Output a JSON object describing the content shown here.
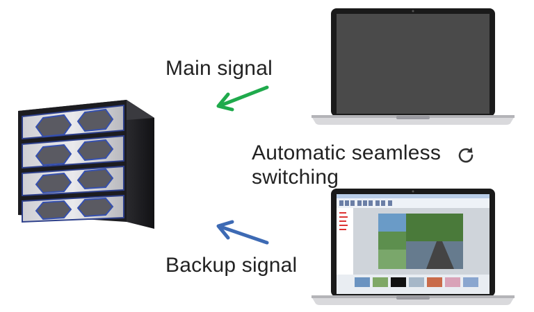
{
  "labels": {
    "main_signal": "Main signal",
    "backup_signal": "Backup signal",
    "switching_line1": "Automatic seamless",
    "switching_line2": "switching"
  },
  "icons": {
    "refresh": "refresh-icon",
    "main_arrow": "arrow-left-icon",
    "backup_arrow": "arrow-left-icon"
  },
  "colors": {
    "main_arrow": "#1faa4c",
    "backup_arrow": "#3d6ab4",
    "laptop_screen_main": "#4a4a4a"
  }
}
